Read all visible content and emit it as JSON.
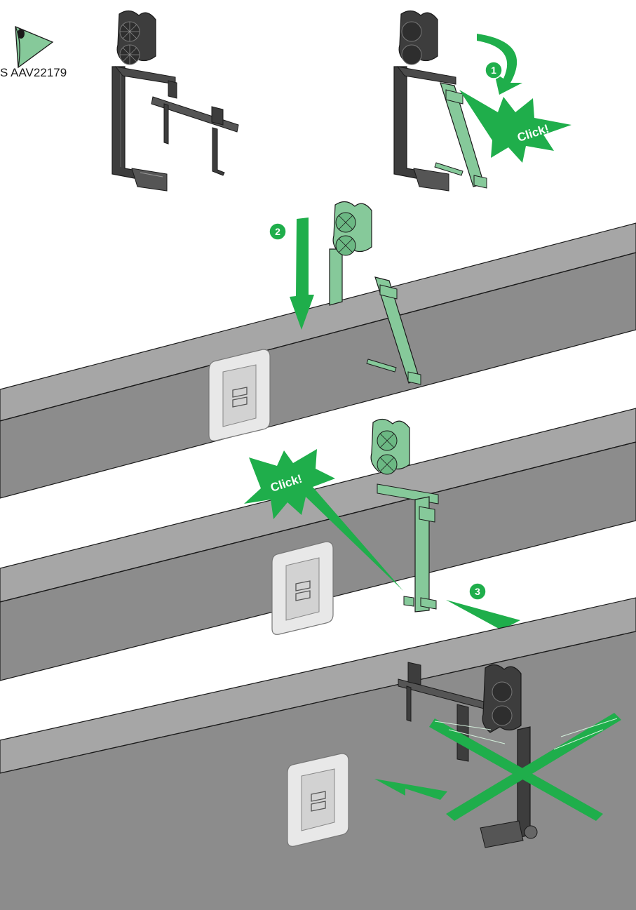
{
  "reference": "S AAV22179",
  "steps": {
    "step1": "1",
    "step2": "2",
    "step3": "3"
  },
  "callouts": {
    "click_top": "Click!",
    "click_middle": "Click!"
  },
  "colors": {
    "accent_green": "#1fae4b",
    "light_green": "#86c99a",
    "dark_part": "#3d3d3d",
    "duct_top": "#a6a6a6",
    "duct_front": "#8c8c8c",
    "outline": "#1a1a1a"
  },
  "icons": [
    "eye-icon",
    "arrow-down-icon",
    "arrow-rotate-icon",
    "arrow-push-icon",
    "cross-icon"
  ]
}
